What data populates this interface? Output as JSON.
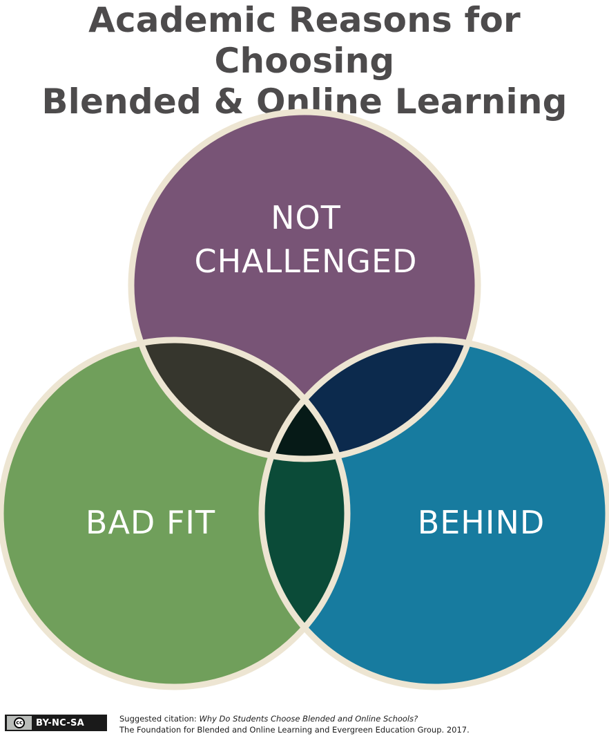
{
  "title": {
    "line1": "Academic Reasons for Choosing",
    "line2": "Blended & Online Learning"
  },
  "venn": {
    "sets": [
      {
        "label_lines": [
          "NOT",
          "CHALLENGED"
        ],
        "color": "#785476"
      },
      {
        "label_lines": [
          "BAD FIT"
        ],
        "color": "#709f5b"
      },
      {
        "label_lines": [
          "BEHIND"
        ],
        "color": "#177b9f"
      }
    ],
    "overlap_colors": {
      "top_left": "#36362d",
      "top_right": "#0c2a4d",
      "bottom": "#0b4b38",
      "center": "#061a17"
    },
    "outline_color": "#ede5d2",
    "background": "#ffffff"
  },
  "footer": {
    "license_icon": "cc-icon",
    "license_logo_text": "cc",
    "license_label": "BY-NC-SA",
    "citation_prefix": "Suggested citation: ",
    "citation_title": "Why Do Students Choose Blended and Online Schools?",
    "citation_line2": "The Foundation for Blended and Online Learning and Evergreen Education Group. 2017."
  }
}
